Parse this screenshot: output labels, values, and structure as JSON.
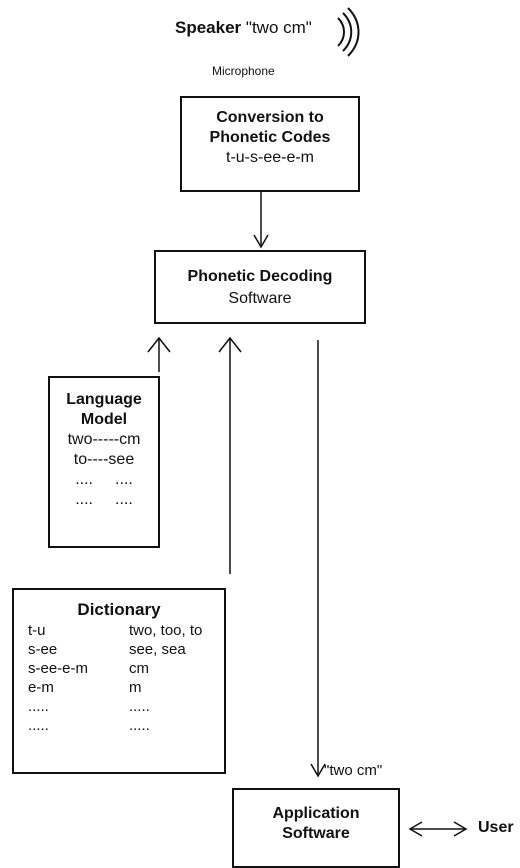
{
  "speaker": {
    "label": "Speaker",
    "utterance": "\"two cm\""
  },
  "microphone_label": "Microphone",
  "conversion_box": {
    "title_line1": "Conversion to",
    "title_line2": "Phonetic Codes",
    "codes": "t-u-s-ee-e-m"
  },
  "phonetic_box": {
    "title": "Phonetic Decoding",
    "subtitle": "Software"
  },
  "language_model_box": {
    "title_line1": "Language",
    "title_line2": "Model",
    "rows": [
      {
        "a": "two-----cm",
        "b": ""
      },
      {
        "a": "to----see",
        "b": ""
      },
      {
        "a": "....",
        "b": "...."
      },
      {
        "a": "....",
        "b": "...."
      }
    ]
  },
  "dictionary_box": {
    "title": "Dictionary",
    "rows": [
      {
        "code": "t-u",
        "words": "two, too, to"
      },
      {
        "code": "s-ee",
        "words": "see, sea"
      },
      {
        "code": "s-ee-e-m",
        "words": "cm"
      },
      {
        "code": "e-m",
        "words": "m"
      },
      {
        "code": ".....",
        "words": "....."
      },
      {
        "code": ".....",
        "words": "....."
      }
    ]
  },
  "output_text": "\"two cm\"",
  "application_box": {
    "title_line1": "Application",
    "title_line2": "Software"
  },
  "user_label": "User"
}
